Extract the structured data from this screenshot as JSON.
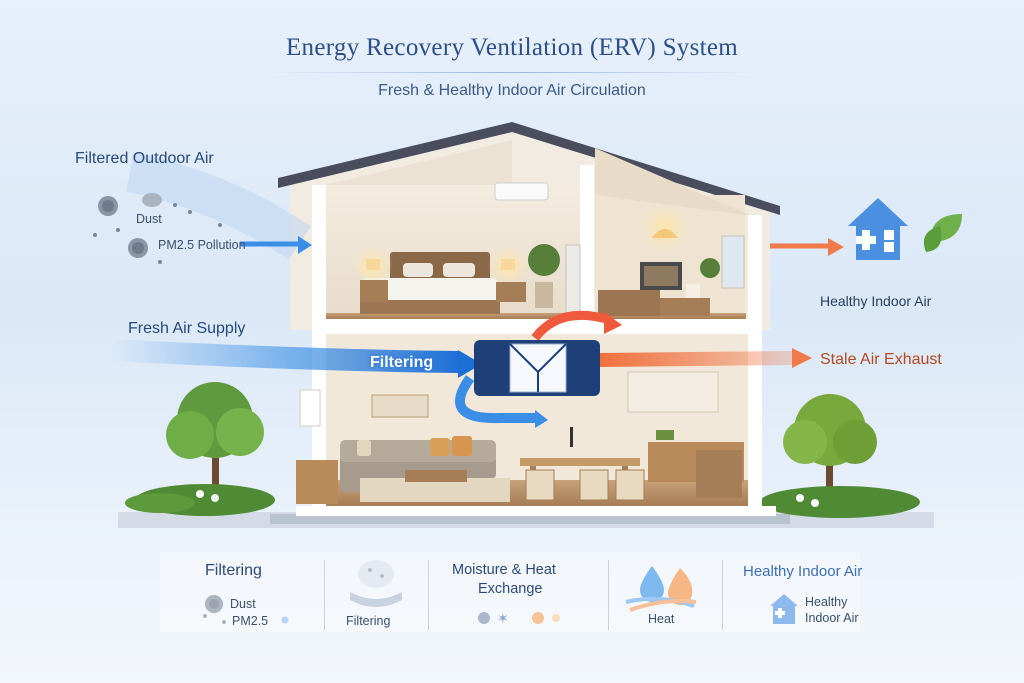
{
  "title": "Energy Recovery Ventilation (ERV) System",
  "subtitle": "Fresh & Healthy Indoor Air Circulation",
  "left_labels": {
    "filtered_outdoor_air": "Filtered Outdoor Air",
    "dust": "Dust",
    "pm25_pollution": "PM2.5 Pollution",
    "fresh_air_supply": "Fresh Air Supply"
  },
  "center_label": "Filtering",
  "right_labels": {
    "healthy_indoor_air": "Healthy Indoor Air",
    "stale_air_exhaust": "Stale Air Exhaust"
  },
  "bottom_panels": {
    "filtering": {
      "title": "Filtering",
      "dust": "Dust",
      "pm25": "PM2.5"
    },
    "filtering_icon": {
      "caption": "Filtering"
    },
    "exchange": {
      "title_line1": "Moisture & Heat",
      "title_line2": "Exchange"
    },
    "heat": {
      "caption": "Heat"
    },
    "healthy": {
      "title": "Healthy Indoor Air",
      "line1": "Healthy",
      "line2": "Indoor Air"
    }
  },
  "colors": {
    "fresh_flow": "#3a8ee6",
    "exhaust_flow": "#f0703d",
    "roof": "#4a4d5e",
    "erv_unit": "#1f3f78",
    "title_text": "#2c4f88"
  },
  "icons": [
    "dust-particle-icon",
    "house-plus-icon",
    "leaf-icon",
    "water-drop-icon",
    "flame-icon",
    "filter-icon",
    "snowflake-icon"
  ]
}
